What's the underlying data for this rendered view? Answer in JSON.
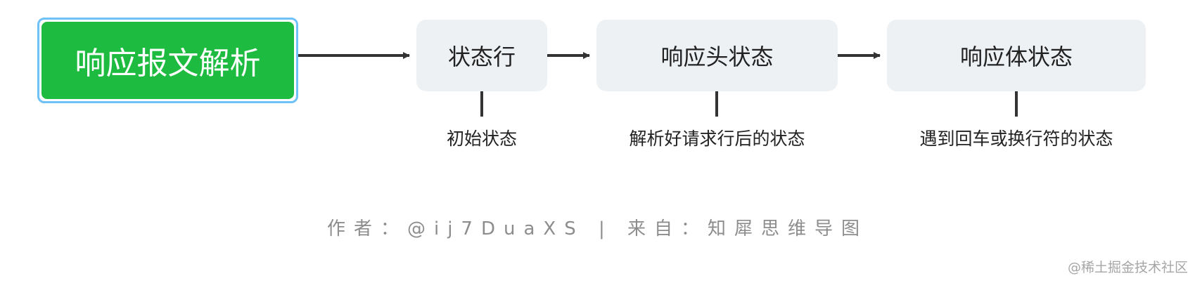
{
  "root": {
    "label": "响应报文解析"
  },
  "nodes": [
    {
      "label": "状态行",
      "desc": "初始状态"
    },
    {
      "label": "响应头状态",
      "desc": "解析好请求行后的状态"
    },
    {
      "label": "响应体状态",
      "desc": "遇到回车或换行符的状态"
    }
  ],
  "credit": "作者：@ij7DuaXS | 来自：知犀思维导图",
  "watermark": "@稀土掘金技术社区",
  "colors": {
    "root_fill": "#1dbb3f",
    "root_border": "#6ec2f5",
    "node_fill": "#eef1f4",
    "connector": "#333333"
  }
}
